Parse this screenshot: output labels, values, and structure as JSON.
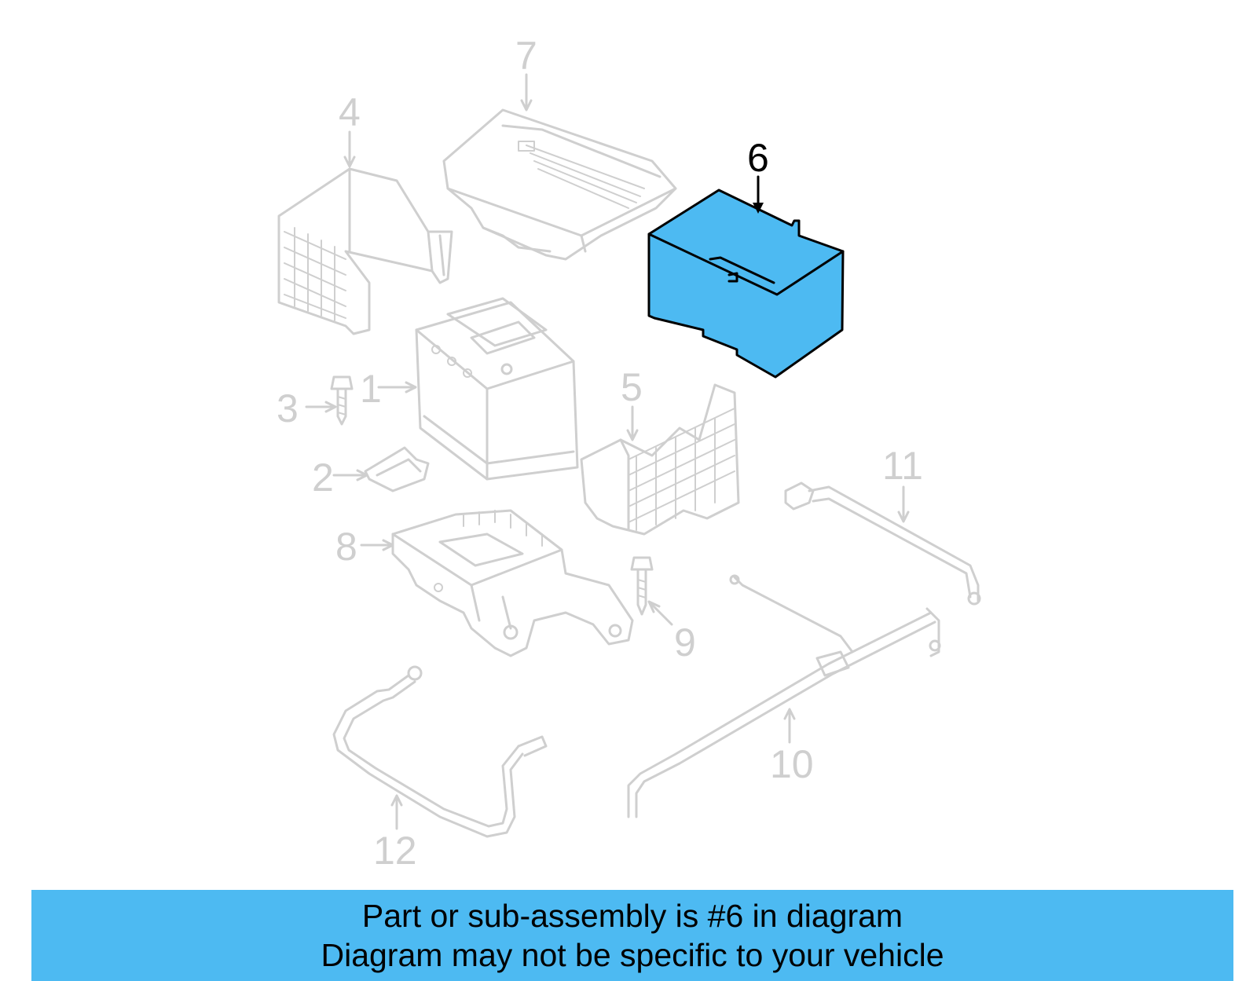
{
  "colors": {
    "highlight_fill": "#4dbaf2",
    "banner_fill": "#4dbaf2",
    "faded_line": "#cfcfcf",
    "highlight_stroke": "#000000"
  },
  "diagram": {
    "highlighted_part": "6",
    "callouts": {
      "c1": "1",
      "c2": "2",
      "c3": "3",
      "c4": "4",
      "c5": "5",
      "c6": "6",
      "c7": "7",
      "c8": "8",
      "c9": "9",
      "c10": "10",
      "c11": "11",
      "c12": "12"
    }
  },
  "banner": {
    "line1": "Part or sub-assembly is #6 in diagram",
    "line2": "Diagram may not be specific to your vehicle"
  }
}
